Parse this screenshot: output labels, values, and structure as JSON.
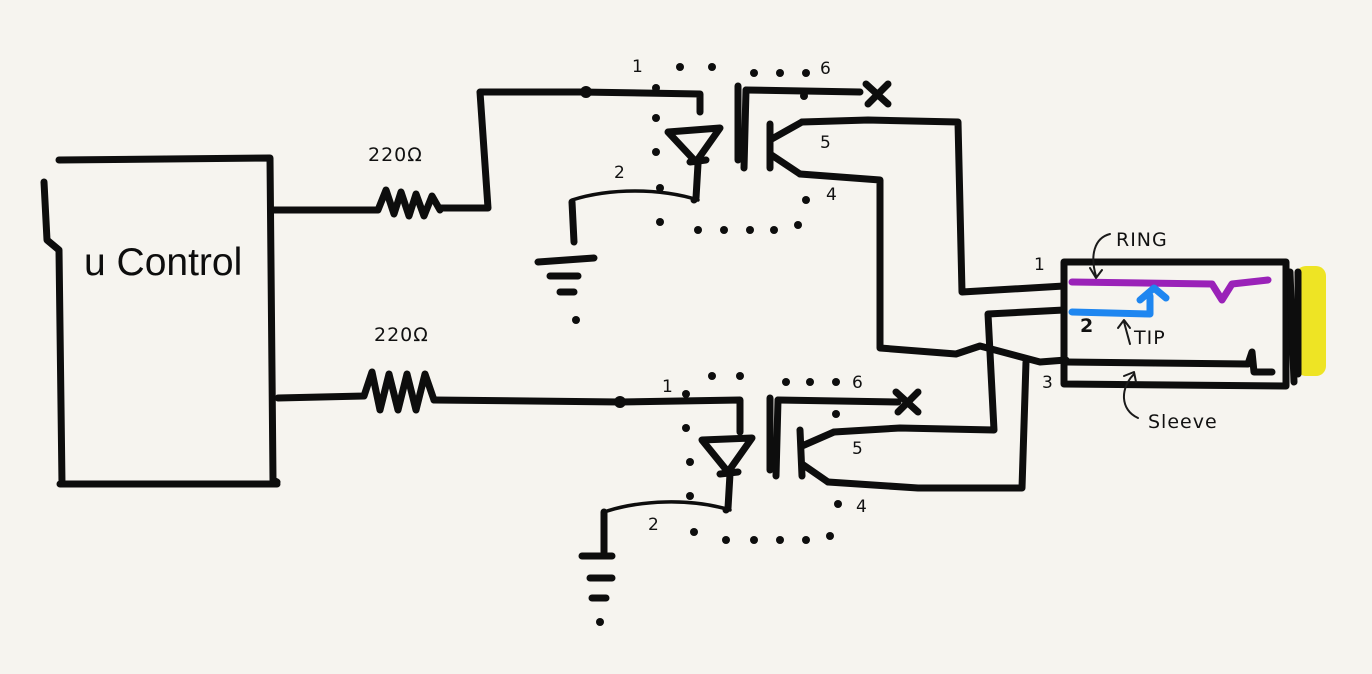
{
  "controller": {
    "label": "u Control"
  },
  "resistors": {
    "top_label": "220Ω",
    "bottom_label": "220Ω"
  },
  "optocoupler_top": {
    "pin1": "1",
    "pin2": "2",
    "pin4": "4",
    "pin5": "5",
    "pin6": "6"
  },
  "optocoupler_bottom": {
    "pin1": "1",
    "pin2": "2",
    "pin4": "4",
    "pin5": "5",
    "pin6": "6"
  },
  "jack": {
    "ring_label": "RING",
    "tip_label": "TIP",
    "sleeve_label": "Sleeve",
    "pin1": "1",
    "pin2": "2",
    "pin3": "3",
    "colors": {
      "ring": "#9a22b8",
      "tip": "#1e86f0",
      "highlight": "#ece000"
    }
  }
}
